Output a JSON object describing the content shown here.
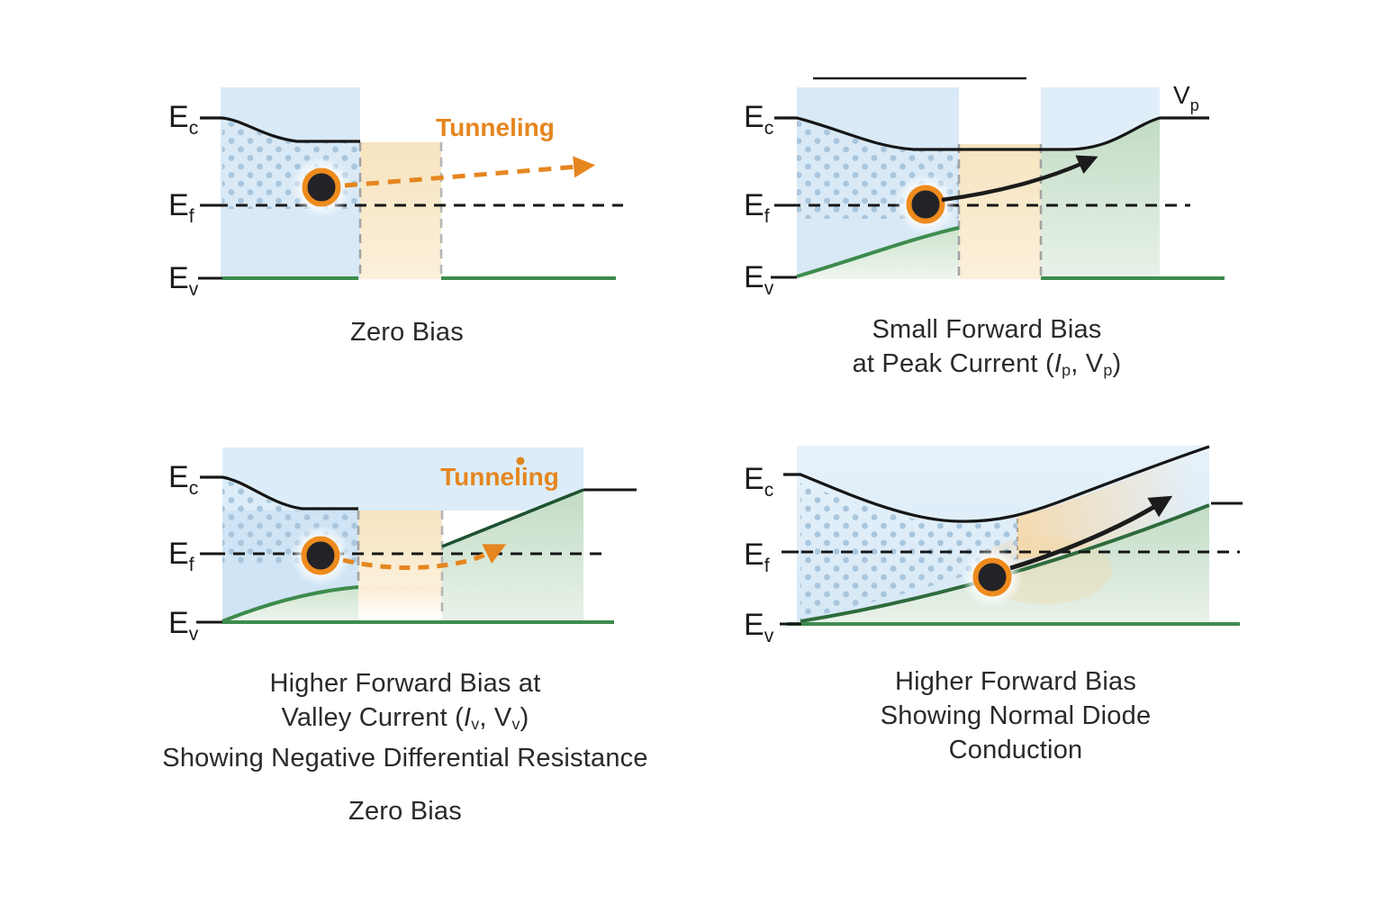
{
  "colors": {
    "background": "#ffffff",
    "band_blue": "#d9e9f6",
    "band_blue_light": "#dcedf9",
    "band_blue_deep": "#cfe4f4",
    "dot_blue": "#a9c6dd",
    "barrier_orange": "#f7e4c0",
    "green_fill": "#c2dcc5",
    "valence_green": "#3e8b4e",
    "dark_green": "#1d5130",
    "mid_green": "#2e6b3c",
    "accent_orange": "#e5861f",
    "electron_ring": "#ee8b1d",
    "electron_core": "#232327",
    "line_black": "#161616",
    "dashed_gray": "#a3a3a3",
    "text_dark": "#2a2a2a"
  },
  "band_labels": {
    "conduction": {
      "main": "E",
      "sub": "c"
    },
    "fermi": {
      "main": "E",
      "sub": "f"
    },
    "valence": {
      "main": "E",
      "sub": "v"
    }
  },
  "panels": {
    "zero_bias": {
      "annotation": "Tunneling",
      "caption": "Zero Bias"
    },
    "peak_current": {
      "corner_label": {
        "main": "V",
        "sub": "p"
      },
      "caption_line1": "Small Forward Bias",
      "caption_line2": {
        "pre": "at Peak Current (",
        "current_symbol": "I",
        "current_sub": "p",
        "mid": ", V",
        "voltage_sub": "p",
        "post": ")"
      }
    },
    "valley_current": {
      "annotation": "Tunneling",
      "caption_line1": "Higher Forward Bias at",
      "caption_line2": {
        "pre": "Valley Current (",
        "current_symbol": "I",
        "current_sub": "v",
        "mid": ", V",
        "voltage_sub": "v",
        "post": ")"
      },
      "caption_line3": "Showing Negative Differential Resistance",
      "extra_caption": "Zero Bias"
    },
    "normal_conduction": {
      "caption_line1": "Higher Forward Bias",
      "caption_line2": "Showing Normal Diode",
      "caption_line3": "Conduction"
    }
  }
}
